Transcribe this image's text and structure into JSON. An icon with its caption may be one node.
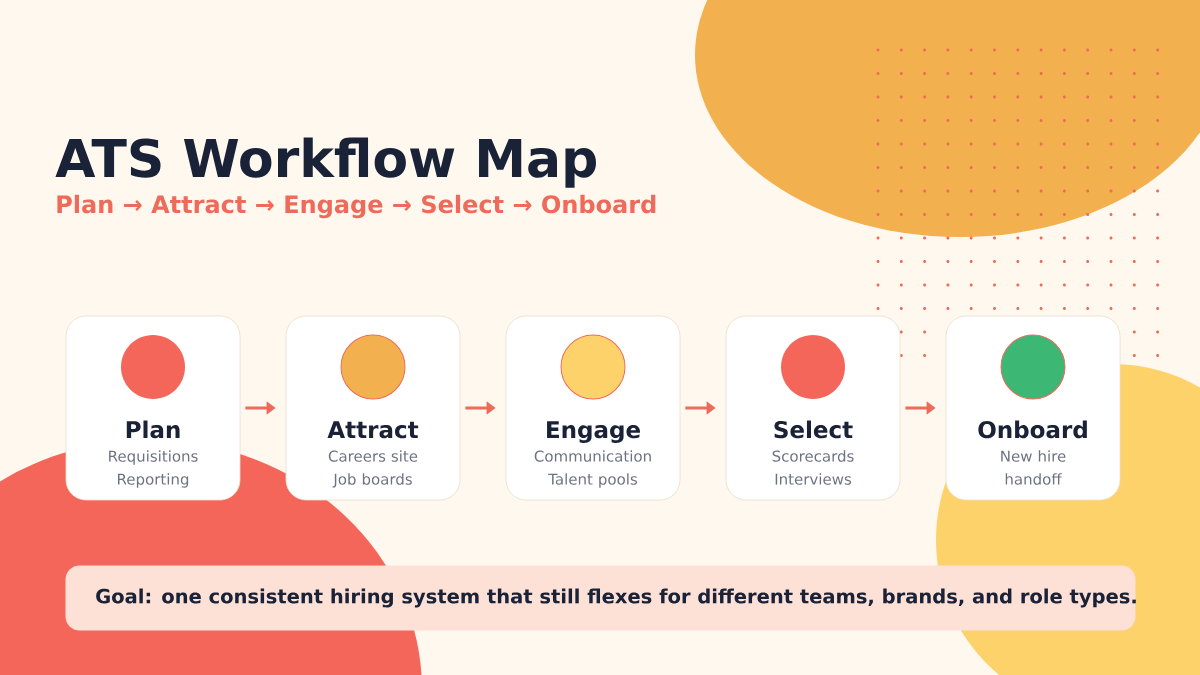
{
  "diagram": {
    "title": "ATS Workflow Map",
    "nodes": [
      {
        "text": [
          "Plan",
          "Requisitions Reporting"
        ]
      },
      {
        "text": [
          "Attract",
          "Careers site Job boards"
        ]
      },
      {
        "text": [
          "Engage",
          "Communication Talent pools"
        ]
      },
      {
        "text": [
          "Select",
          "Scorecards Interviews"
        ]
      },
      {
        "text": [
          "Onboard",
          "New hire handoff"
        ]
      },
      {
        "text": [
          "Goal: one consistent hiring system that still flexes for different teams, brands, and role types."
        ]
      }
    ],
    "edges": [
      {
        "from": 0,
        "to": 1,
        "arrow": "to"
      },
      {
        "from": 1,
        "to": 2,
        "arrow": "to"
      },
      {
        "from": 2,
        "to": 3,
        "arrow": "to"
      },
      {
        "from": 3,
        "to": 4,
        "arrow": "to"
      }
    ],
    "labels": [
      "Plan → Attract → Engage → Select → Onboard"
    ]
  }
}
